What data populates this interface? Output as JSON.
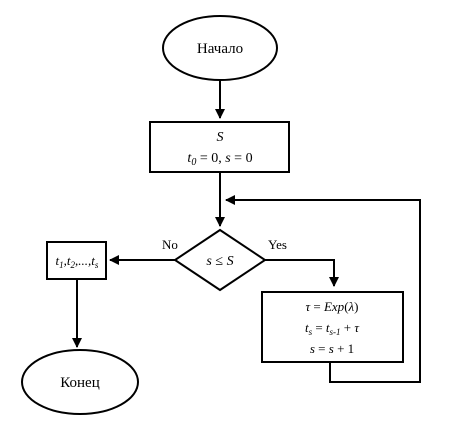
{
  "start_label": "Начало",
  "end_label": "Конец",
  "init_block": {
    "line1": "S",
    "t_var": "t",
    "t_sub": "0",
    "rest": " = 0, ",
    "s_var": "s",
    "s_eq": " = 0"
  },
  "decision": {
    "s_var": "s",
    "op": " ≤ ",
    "S_var": "S"
  },
  "branch_yes": "Yes",
  "branch_no": "No",
  "output_block": {
    "t": "t",
    "sub1": "1",
    "sub2": "2",
    "sep": ",",
    "dots": ",...,",
    "subs": "s"
  },
  "process_block": {
    "tau": "τ",
    "eq": " = ",
    "exp": "Exp",
    "lambda_open": "(",
    "lambda": "λ",
    "lambda_close": ")",
    "t": "t",
    "sub_s": "s",
    "sub_s1": "s-1",
    "plus": " + ",
    "s": "s",
    "one": " 1"
  },
  "colors": {
    "stroke": "#000000",
    "fill": "#ffffff"
  }
}
